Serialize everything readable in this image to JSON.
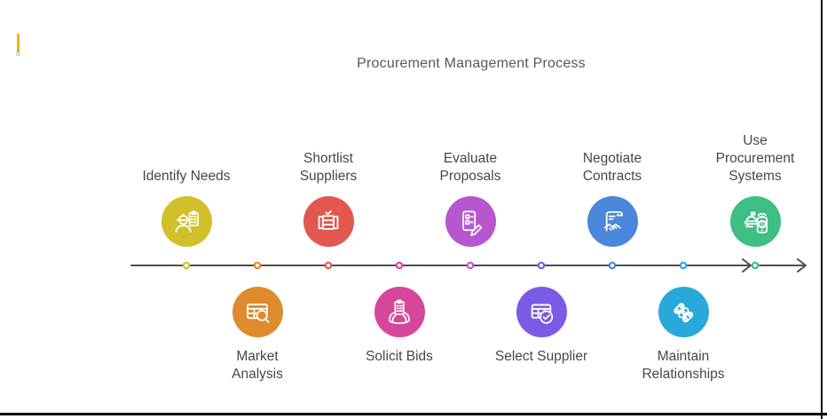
{
  "canvas": {
    "background": "#ffffff",
    "border_color": "#000000"
  },
  "cursor_bar": {
    "color": "#E9B31C"
  },
  "title": {
    "text": "Procurement Management Process",
    "color": "#58595B"
  },
  "label_color": "#474747",
  "timeline": {
    "line_color": "#4D4D4D",
    "dot_fill": "#ffffff"
  },
  "steps": [
    {
      "label": "Identify Needs",
      "color": "#D2C02B",
      "icon": "identify-needs-icon"
    },
    {
      "label": "Market\nAnalysis",
      "color": "#E08A2E",
      "icon": "market-analysis-icon"
    },
    {
      "label": "Shortlist\nSuppliers",
      "color": "#E25850",
      "icon": "shortlist-suppliers-icon"
    },
    {
      "label": "Solicit Bids",
      "color": "#D6479C",
      "icon": "solicit-bids-icon"
    },
    {
      "label": "Evaluate\nProposals",
      "color": "#B757D0",
      "icon": "evaluate-proposals-icon"
    },
    {
      "label": "Select Supplier",
      "color": "#7B5BE6",
      "icon": "select-supplier-icon"
    },
    {
      "label": "Negotiate\nContracts",
      "color": "#4A86DB",
      "icon": "negotiate-contracts-icon"
    },
    {
      "label": "Maintain\nRelationships",
      "color": "#29A9D9",
      "icon": "maintain-relationships-icon"
    },
    {
      "label": "Use\nProcurement\nSystems",
      "color": "#3EBE83",
      "icon": "use-procurement-systems-icon"
    }
  ]
}
